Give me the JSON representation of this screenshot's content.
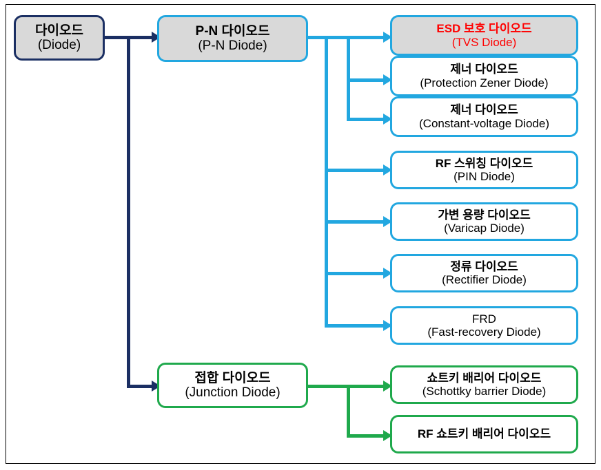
{
  "diagram": {
    "title": "Diode classification tree",
    "colors": {
      "root_border": "#1b2f63",
      "pn_branch": "#22A7E0",
      "junction_branch": "#1FA94C",
      "highlight_text": "#FF0000",
      "filled_node_bg": "#d9d9d9",
      "frame": "#000000"
    },
    "root": {
      "ko": "다이오드",
      "en": "(Diode)"
    },
    "branches": [
      {
        "id": "pn",
        "ko": "P-N 다이오드",
        "en": "(P-N Diode)",
        "children": [
          {
            "ko": "ESD 보호 다이오드",
            "en": "(TVS Diode)",
            "highlight": true
          },
          {
            "ko": "제너 다이오드",
            "en": "(Protection Zener Diode)",
            "highlight": false
          },
          {
            "ko": "제너 다이오드",
            "en": "(Constant-voltage Diode)",
            "highlight": false
          },
          {
            "ko": "RF 스위칭 다이오드",
            "en": "(PIN Diode)",
            "highlight": false
          },
          {
            "ko": "가변 용량 다이오드",
            "en": "(Varicap Diode)",
            "highlight": false
          },
          {
            "ko": "정류 다이오드",
            "en": "(Rectifier Diode)",
            "highlight": false
          },
          {
            "ko": "FRD",
            "en": "(Fast-recovery Diode)",
            "highlight": false
          }
        ]
      },
      {
        "id": "junction",
        "ko": "접합 다이오드",
        "en": "(Junction Diode)",
        "children": [
          {
            "ko": "쇼트키 배리어 다이오드",
            "en": "(Schottky barrier Diode)",
            "highlight": false
          },
          {
            "ko": "RF 쇼트키 배리어 다이오드",
            "en": "",
            "highlight": false
          }
        ]
      }
    ]
  }
}
